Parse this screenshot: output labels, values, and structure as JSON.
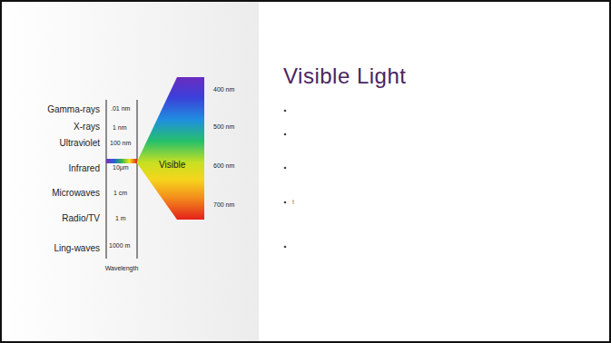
{
  "diagram": {
    "title": "Visible Light",
    "nodes": [
      {
        "text": [
          "Visible"
        ]
      }
    ],
    "labels": [
      "Gamma-rays",
      ".01 nm",
      "X-rays",
      "1 nm",
      "Ultraviolet",
      "100 nm",
      "Infrared",
      "10µm",
      "Microwaves",
      "1 cm",
      "Radio/TV",
      "1 m",
      "Ling-waves",
      "1000 m",
      "Wavelength",
      "400 nm",
      "500 nm",
      "600 nm",
      "700 nm",
      "t"
    ]
  }
}
